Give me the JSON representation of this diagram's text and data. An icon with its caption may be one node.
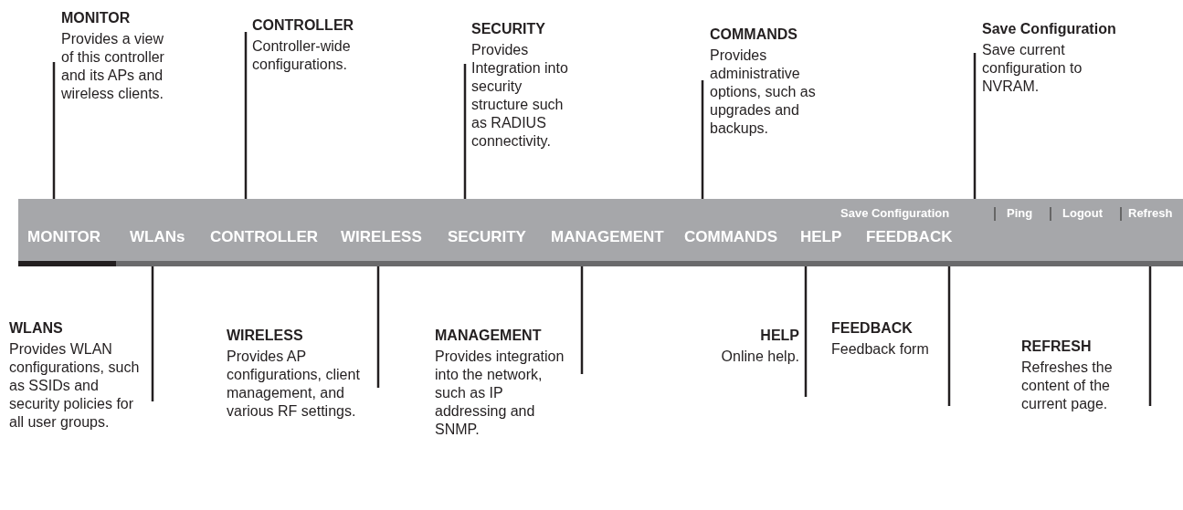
{
  "diagram": {
    "nodes": [
      {
        "text": [
          "MONITOR",
          "Provides a view of this controller and its APs and wireless clients."
        ]
      },
      {
        "text": [
          "CONTROLLER",
          "Controller-wide configurations."
        ]
      },
      {
        "text": [
          "SECURITY",
          "Provides Integration into security structure such as RADIUS connectivity."
        ]
      },
      {
        "text": [
          "COMMANDS",
          "Provides administrative options, such as upgrades and backups."
        ]
      },
      {
        "text": [
          "Save Configuration",
          "Save current configuration to NVRAM."
        ]
      },
      {
        "text": [],
        "shape": "bar"
      },
      {
        "text": [
          "Save Configuration"
        ],
        "in": 5
      },
      {
        "text": [
          "Ping"
        ],
        "in": 5
      },
      {
        "text": [
          "Logout"
        ],
        "in": 5
      },
      {
        "text": [
          "Refresh"
        ],
        "in": 5
      },
      {
        "text": [
          "MONITOR"
        ],
        "in": 5
      },
      {
        "text": [
          "WLANs"
        ],
        "in": 5
      },
      {
        "text": [
          "CONTROLLER"
        ],
        "in": 5
      },
      {
        "text": [
          "WIRELESS"
        ],
        "in": 5
      },
      {
        "text": [
          "SECURITY"
        ],
        "in": 5
      },
      {
        "text": [
          "MANAGEMENT"
        ],
        "in": 5
      },
      {
        "text": [
          "COMMANDS"
        ],
        "in": 5
      },
      {
        "text": [
          "HELP"
        ],
        "in": 5
      },
      {
        "text": [
          "FEEDBACK"
        ],
        "in": 5
      },
      {
        "text": [
          "WLANS",
          "Provides WLAN configurations, such as SSIDs and security policies for all user groups."
        ]
      },
      {
        "text": [
          "WIRELESS",
          "Provides AP configurations, client management, and various RF settings."
        ]
      },
      {
        "text": [
          "MANAGEMENT",
          "Provides integration into the network, such as IP addressing and SNMP."
        ]
      },
      {
        "text": [
          "HELP",
          "Online help."
        ]
      },
      {
        "text": [
          "FEEDBACK",
          "Feedback form"
        ]
      },
      {
        "text": [
          "REFRESH",
          "Refreshes the content of the current page."
        ]
      }
    ],
    "edges": [
      {
        "from": 0,
        "to": 10,
        "arrow": "none"
      },
      {
        "from": 1,
        "to": 12,
        "arrow": "none"
      },
      {
        "from": 2,
        "to": 14,
        "arrow": "none"
      },
      {
        "from": 3,
        "to": 16,
        "arrow": "none"
      },
      {
        "from": 4,
        "to": 6,
        "arrow": "none"
      },
      {
        "from": 19,
        "to": 11,
        "arrow": "none"
      },
      {
        "from": 20,
        "to": 13,
        "arrow": "none"
      },
      {
        "from": 21,
        "to": 15,
        "arrow": "none"
      },
      {
        "from": 22,
        "to": 17,
        "arrow": "none"
      },
      {
        "from": 23,
        "to": 18,
        "arrow": "none"
      },
      {
        "from": 24,
        "to": 9,
        "arrow": "none"
      }
    ]
  }
}
